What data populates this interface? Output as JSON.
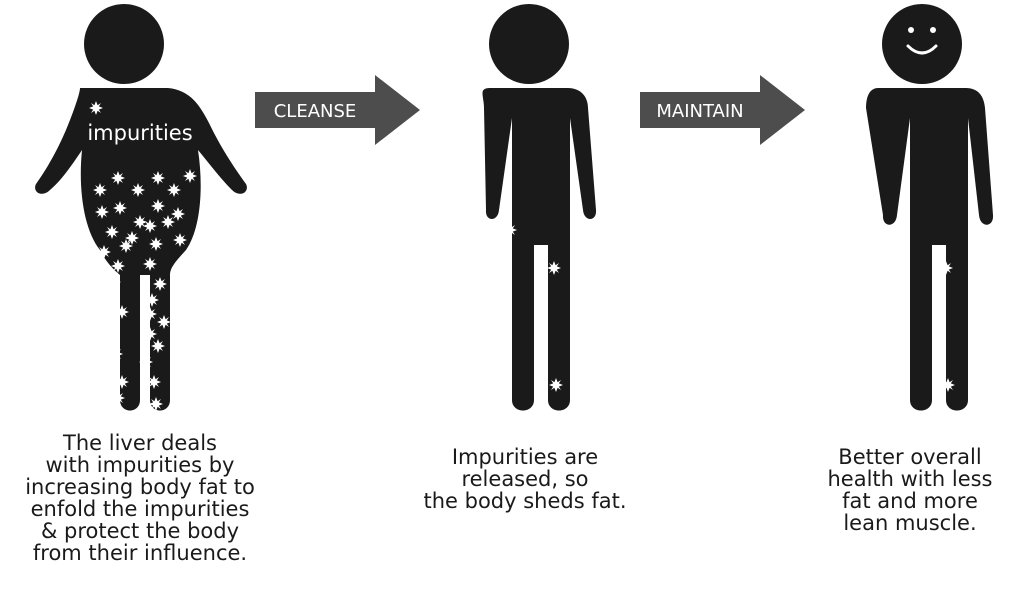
{
  "figures": [
    {
      "label": "impurities",
      "caption": "The liver deals\nwith impurities by\nincreasing body fat to\nenfold the impurities\n& protect the body\nfrom their influence."
    },
    {
      "caption": "Impurities are\nreleased, so\nthe body sheds fat."
    },
    {
      "caption": "Better overall\nhealth with less\nfat and more\nlean muscle."
    }
  ],
  "arrows": [
    {
      "label": "CLEANSE"
    },
    {
      "label": "MAINTAIN"
    }
  ],
  "icons": {
    "star": "impurity-star-icon",
    "smile": "smiley-face-icon"
  },
  "colors": {
    "figure": "#1a1a1a",
    "arrow": "#4d4d4d",
    "impurity": "#ffffff",
    "background": "#ffffff"
  }
}
